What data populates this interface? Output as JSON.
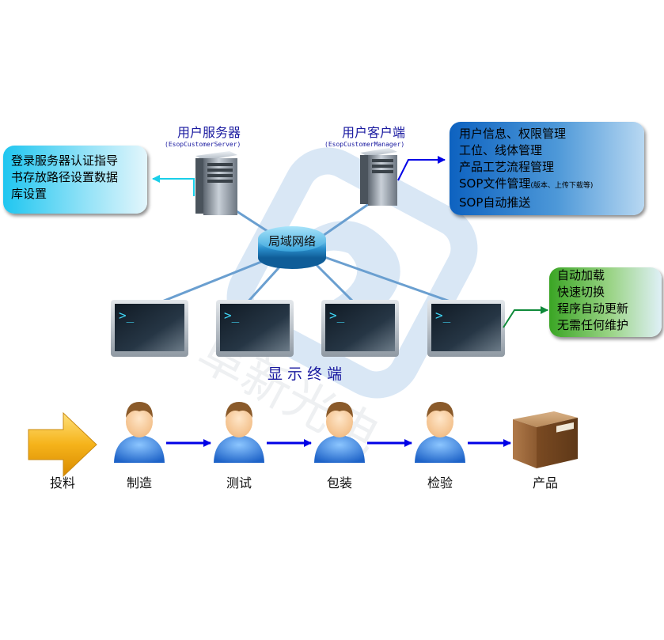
{
  "server": {
    "title": "用户服务器",
    "subtitle": "(EsopCustomerServer)"
  },
  "client": {
    "title": "用户客户端",
    "subtitle": "(EsopCustomerManager)"
  },
  "network": {
    "label": "局域网络"
  },
  "terminals": {
    "label": "显 示 终 端",
    "prompt": ">_"
  },
  "left_box": {
    "lines": [
      "登录服务器认证指导",
      "书存放路径设置数据",
      "库设置"
    ]
  },
  "right_top_box": {
    "lines": [
      "用户信息、权限管理",
      "工位、线体管理",
      "产品工艺流程管理",
      "SOP文件管理",
      "SOP自动推送"
    ],
    "note": "(版本、上传下载等)"
  },
  "right_mid_box": {
    "lines": [
      "自动加载",
      "快速切换",
      "程序自动更新",
      "无需任何维护"
    ]
  },
  "process": {
    "steps": [
      "投料",
      "制造",
      "测试",
      "包装",
      "检验",
      "产品"
    ]
  },
  "watermark": {
    "text": "阜新光电"
  },
  "colors": {
    "arrow_blue": "#0000e6",
    "link_line": "#6a9fd0",
    "left_box": "#3fd4f5",
    "right_top_box": "#1a6ec6",
    "right_mid_box": "#4cae2f"
  }
}
